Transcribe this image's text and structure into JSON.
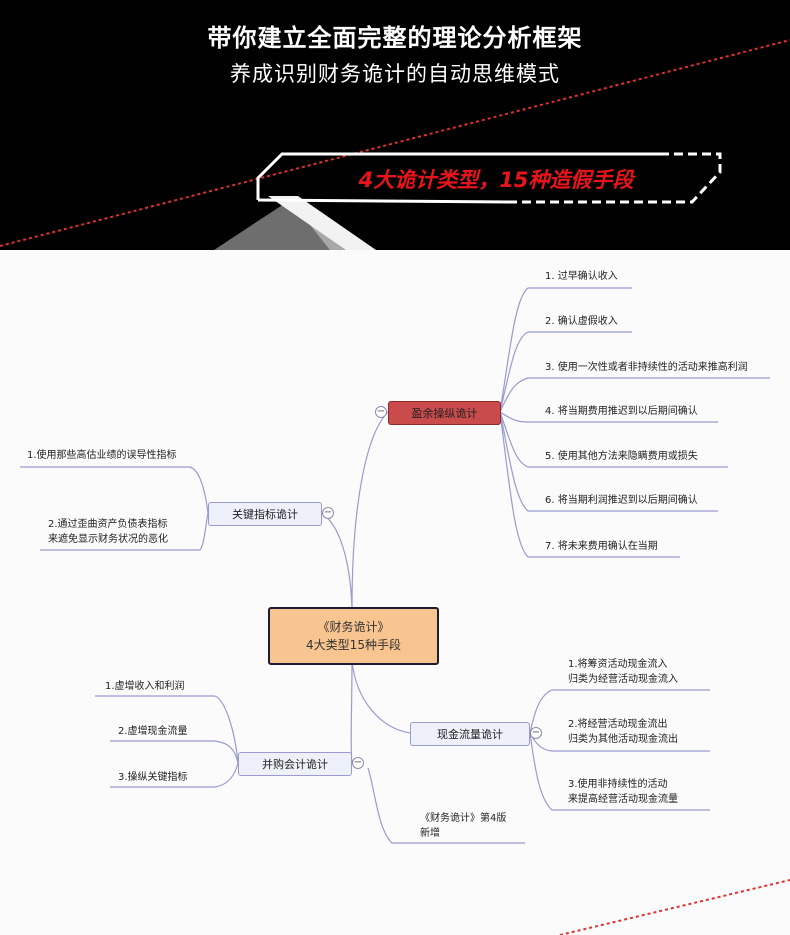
{
  "header": {
    "title_line1": "带你建立全面完整的理论分析框架",
    "title_line2": "养成识别财务诡计的自动思维模式",
    "banner": "4大诡计类型，15种造假手段"
  },
  "mindmap": {
    "root_line1": "《财务诡计》",
    "root_line2": "4大类型15种手段",
    "earnings": {
      "label": "盈余操纵诡计",
      "items": [
        "1. 过早确认收入",
        "2. 确认虚假收入",
        "3. 使用一次性或者非持续性的活动来推高利润",
        "4. 将当期费用推迟到以后期间确认",
        "5. 使用其他方法来隐瞒费用或损失",
        "6. 将当期利润推迟到以后期间确认",
        "7. 将未来费用确认在当期"
      ]
    },
    "key_metrics": {
      "label": "关键指标诡计",
      "item1": "1.使用那些高估业绩的误导性指标",
      "item2_line1": "2.通过歪曲资产负债表指标",
      "item2_line2": "来遮免显示财务状况的恶化"
    },
    "cash_flow": {
      "label": "现金流量诡计",
      "item1_line1": "1.将筹资活动现金流入",
      "item1_line2": "归类为经营活动现金流入",
      "item2_line1": "2.将经营活动现金流出",
      "item2_line2": "归类为其他活动现金流出",
      "item3_line1": "3.使用非持续性的活动",
      "item3_line2": "来提高经营活动现金流量"
    },
    "merger": {
      "label": "并购会计诡计",
      "items": [
        "1.虚增收入和利润",
        "2.虚增现金流量",
        "3.操纵关键指标"
      ],
      "note_line1": "《财务诡计》第4版",
      "note_line2": "新增"
    },
    "collapse_symbol": "−"
  },
  "colors": {
    "banner_text": "#e8141a",
    "root_fill": "#f8c490",
    "earnings_fill": "#c94b4b",
    "node_fill": "#eef0fa",
    "connector": "#9a9ad0"
  }
}
